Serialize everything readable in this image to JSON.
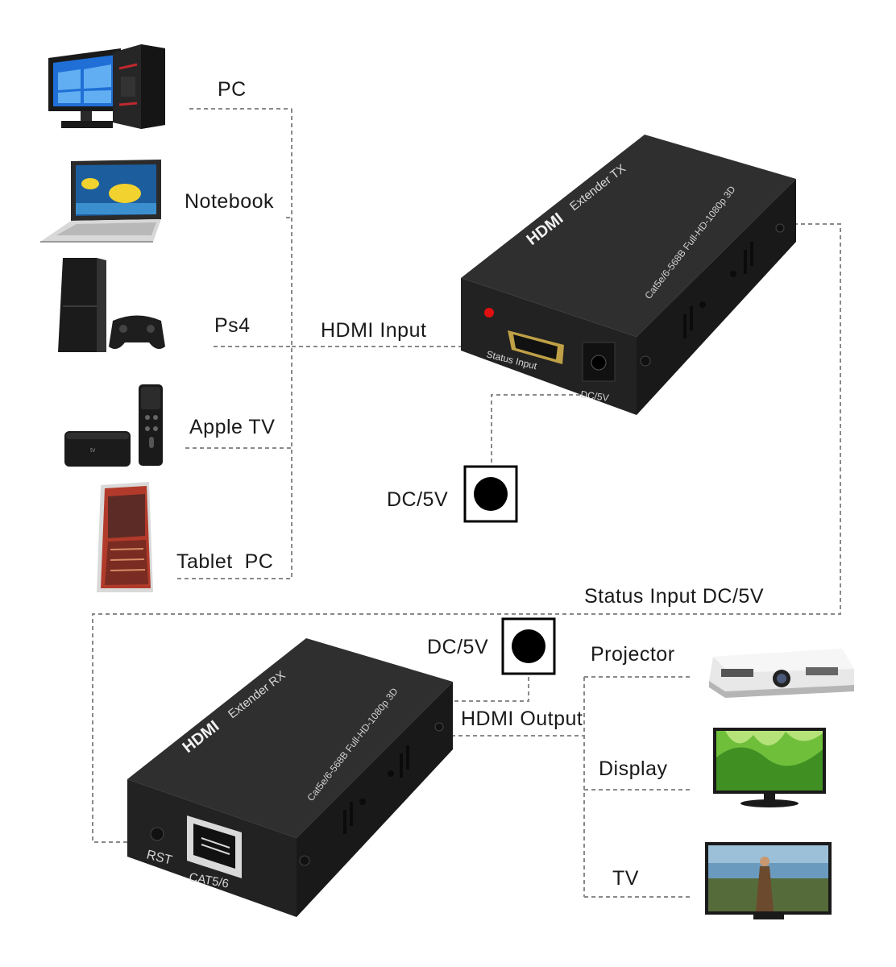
{
  "sources": [
    {
      "id": "pc",
      "label": "PC",
      "icon": "desktop-pc-icon"
    },
    {
      "id": "notebook",
      "label": "Notebook",
      "icon": "laptop-icon"
    },
    {
      "id": "ps4",
      "label": "Ps4",
      "icon": "game-console-icon"
    },
    {
      "id": "apple-tv",
      "label": "Apple TV",
      "icon": "set-top-box-icon"
    },
    {
      "id": "tablet",
      "label": "Tablet  PC",
      "icon": "tablet-icon"
    }
  ],
  "connections": {
    "hdmi_input": "HDMI Input",
    "status_input_dc": "Status Input DC/5V",
    "hdmi_output": "HDMI Output",
    "dc_power_tx": "DC/5V",
    "dc_power_rx": "DC/5V"
  },
  "tx_unit": {
    "brand": "HDMI",
    "model": "Extender TX",
    "spec": "Cat5e/6-568B Full-HD-1080p 3D",
    "port_label": "Status Input",
    "dc_label": "DC/5V"
  },
  "rx_unit": {
    "brand": "HDMI",
    "model": "Extender RX",
    "spec": "Cat5e/6-568B Full-HD-1080p 3D",
    "rst_label": "RST",
    "cat_label": "CAT5/6"
  },
  "outputs": [
    {
      "id": "projector",
      "label": "Projector",
      "icon": "projector-icon"
    },
    {
      "id": "display",
      "label": "Display",
      "icon": "monitor-icon"
    },
    {
      "id": "tv",
      "label": "TV",
      "icon": "tv-icon"
    }
  ],
  "colors": {
    "device_body": "#262626",
    "device_top": "#2e2e2e",
    "led": "#e01010",
    "connector_line": "#8a8a8a"
  }
}
